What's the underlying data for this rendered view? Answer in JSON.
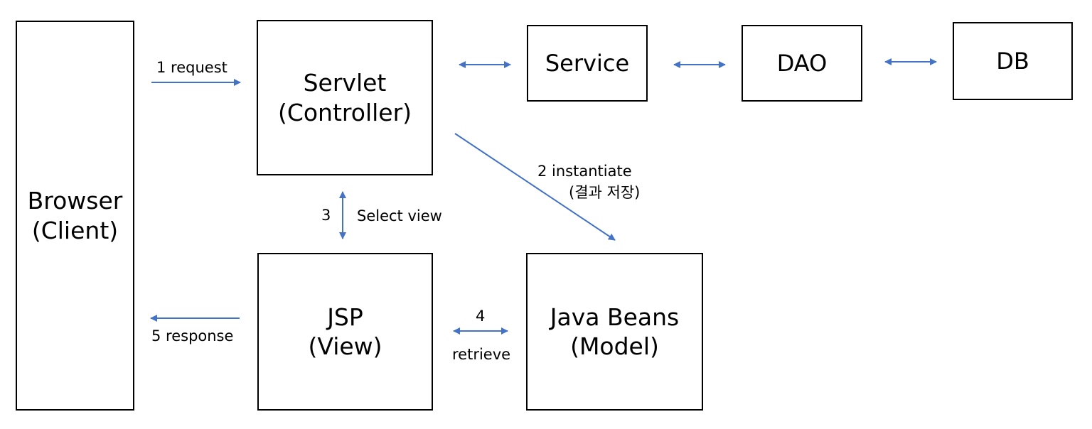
{
  "colors": {
    "arrow": "#4472c4",
    "box_border": "#000000",
    "text": "#000000"
  },
  "boxes": {
    "browser": {
      "line1": "Browser",
      "line2": "(Client)"
    },
    "servlet": {
      "line1": "Servlet",
      "line2": "(Controller)"
    },
    "service": {
      "line1": "Service"
    },
    "dao": {
      "line1": "DAO"
    },
    "db": {
      "line1": "DB"
    },
    "jsp": {
      "line1": "JSP",
      "line2": "(View)"
    },
    "javabeans": {
      "line1": "Java Beans",
      "line2": "(Model)"
    }
  },
  "labels": {
    "request": "1 request",
    "instantiate": "2 instantiate",
    "instantiate_note": "(결과 저장)",
    "select_num": "3",
    "select_view": "Select view",
    "retrieve_num": "4",
    "retrieve": "retrieve",
    "response": "5 response"
  }
}
